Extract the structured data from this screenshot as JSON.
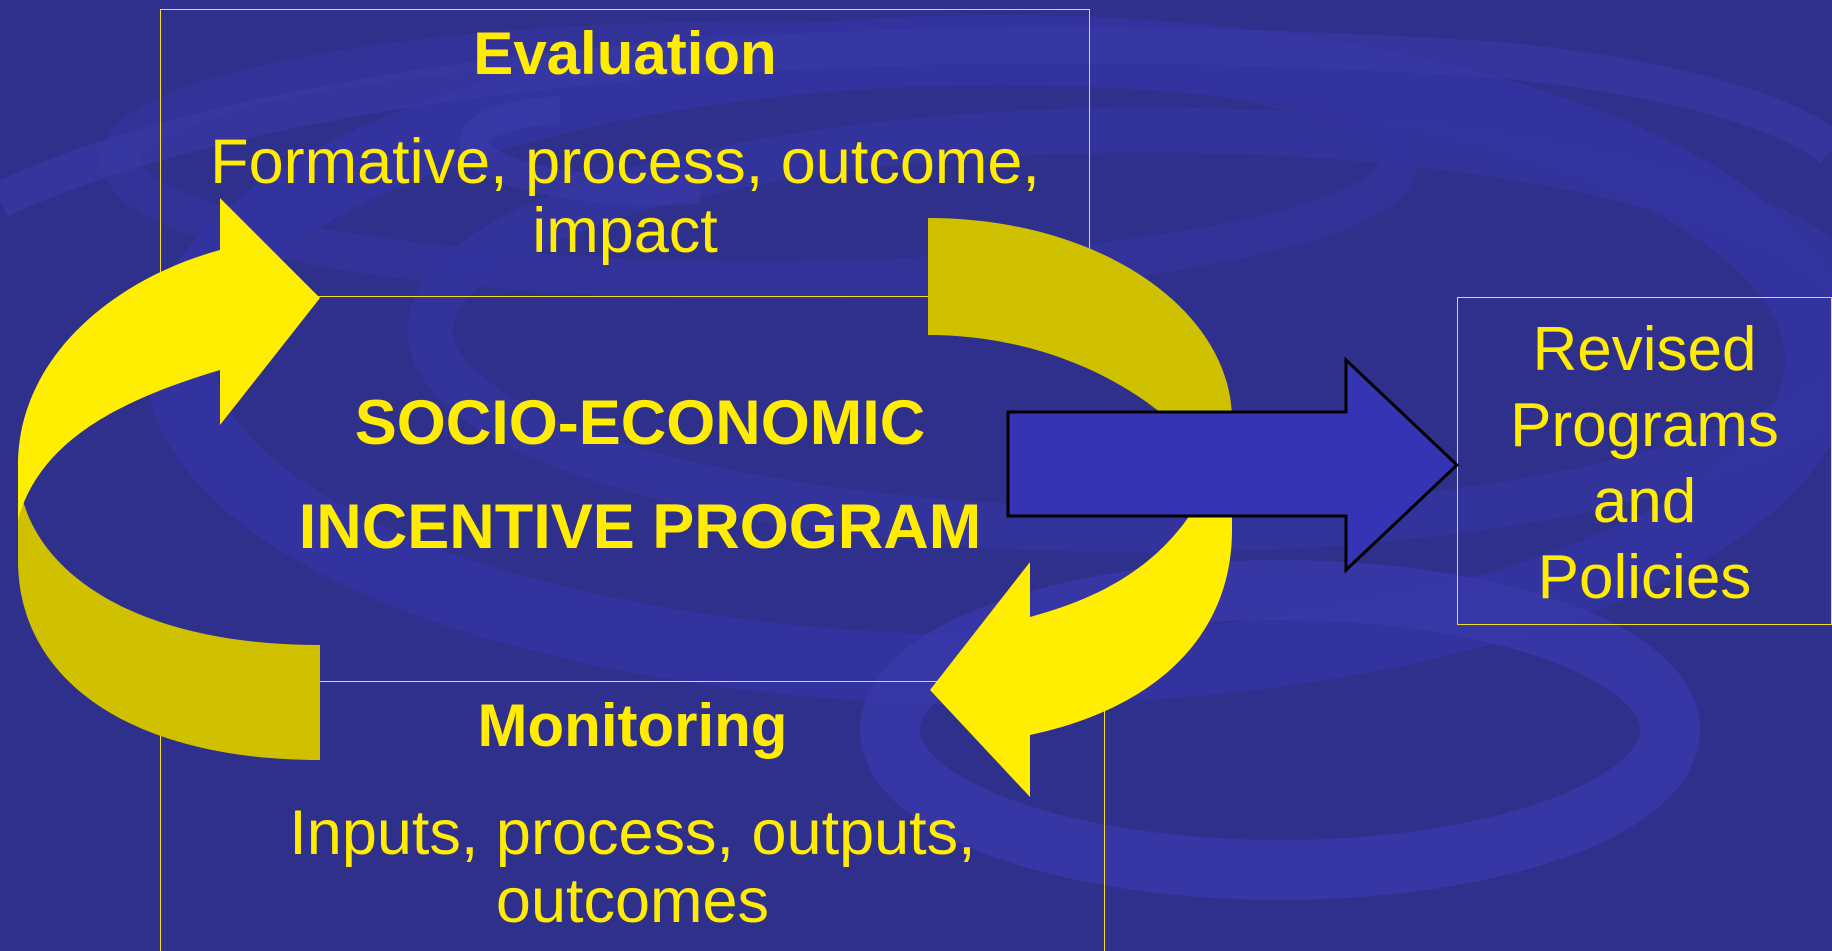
{
  "diagram": {
    "evaluation": {
      "title": "Evaluation",
      "text_line1": "Formative, process, outcome,",
      "text_line2": "impact"
    },
    "center": {
      "line1": "SOCIO-ECONOMIC",
      "line2": "INCENTIVE PROGRAM"
    },
    "monitoring": {
      "title": "Monitoring",
      "text_line1": "Inputs, process, outputs,",
      "text_line2": "outcomes"
    },
    "revised": {
      "line1": "Revised",
      "line2": "Programs",
      "line3": "and",
      "line4": "Policies"
    }
  },
  "colors": {
    "background": "#2f2f8c",
    "swirl": "#3a3aaa",
    "text_yellow": "#ffec00",
    "arrow_yellow": "#ffee00",
    "arrow_yellow_shade": "#cfc000",
    "output_arrow_fill": "#3434b4",
    "output_arrow_stroke": "#000000"
  }
}
